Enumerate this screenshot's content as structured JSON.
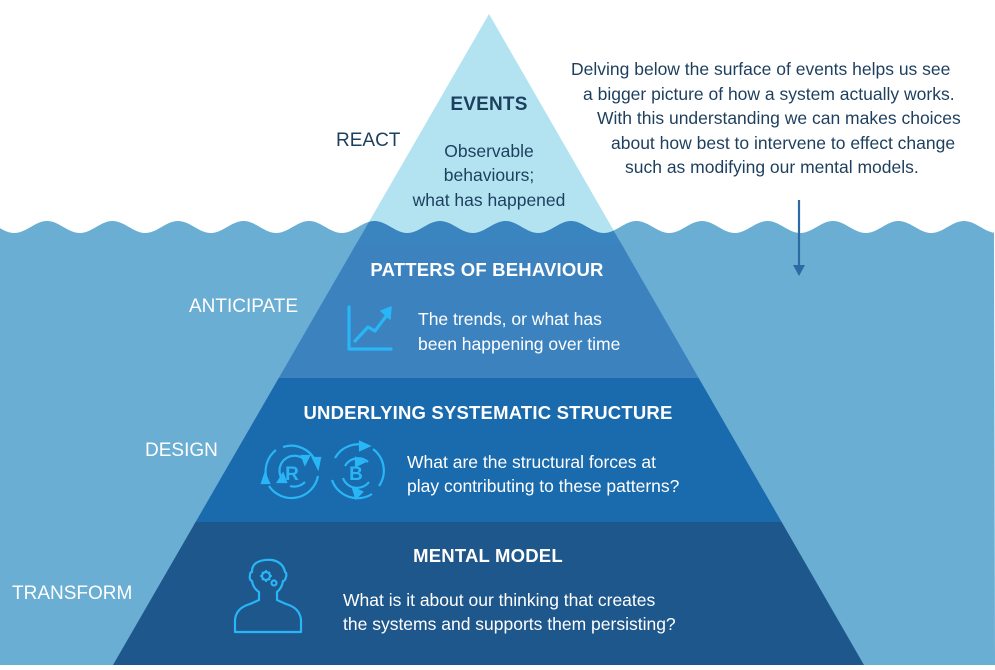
{
  "colors": {
    "sea": "#6aaed4",
    "events_above": "#b3e3f1",
    "events_below": "#3a84c0",
    "patterns": "#3b82bf",
    "structure": "#1a6aae",
    "mental_model": "#1e578c",
    "icon": "#29b6f6",
    "dark_text": "#1d3f5e",
    "light_text": "#ffffff",
    "arrow": "#2d6aa3"
  },
  "intro": {
    "lines": [
      "Delving below the surface of events helps us see",
      "a bigger picture of how a system actually works.",
      "With this understanding we can makes choices",
      "about how best to intervene to effect change",
      "such as modifying our mental models."
    ]
  },
  "levels": [
    {
      "action": "REACT",
      "title": "EVENTS",
      "icon": "none",
      "description": [
        "Observable",
        "behaviours;",
        "what has happened"
      ]
    },
    {
      "action": "ANTICIPATE",
      "title": "PATTERS OF BEHAVIOUR",
      "icon": "trend-chart-icon",
      "description": [
        "The trends, or what has",
        "been happening over time"
      ]
    },
    {
      "action": "DESIGN",
      "title": "UNDERLYING SYSTEMATIC STRUCTURE",
      "icon": "feedback-loops-icon",
      "icon_letters": [
        "R",
        "B"
      ],
      "description": [
        "What are the structural forces at",
        "play contributing to these patterns?"
      ]
    },
    {
      "action": "TRANSFORM",
      "title": "MENTAL MODEL",
      "icon": "head-gears-icon",
      "description": [
        "What is it about our thinking that creates",
        "the systems and supports them persisting?"
      ]
    }
  ]
}
